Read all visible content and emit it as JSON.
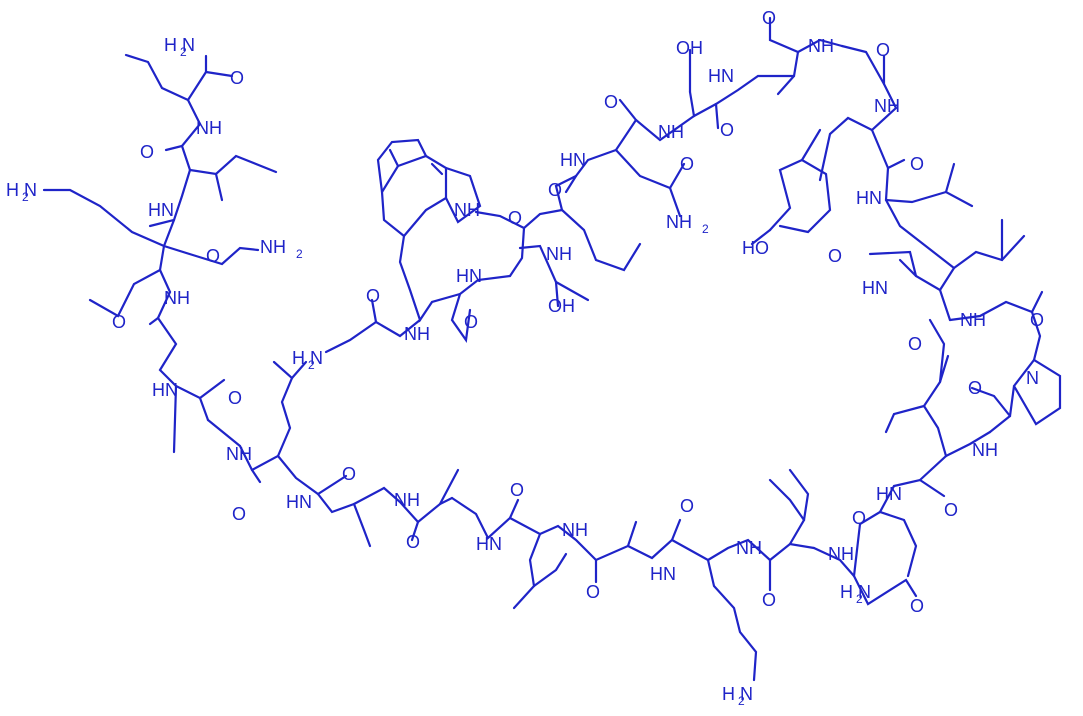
{
  "colors": {
    "structure": "#1f24c8",
    "background": "#ffffff"
  },
  "labels": {
    "h2n_top": "H2N",
    "h2n_left": "H2N",
    "nh2_lys": "NH2",
    "h2n_gly": "H2N",
    "nh2_asn_top": "NH2",
    "h2n_asn_bottom": "H2N",
    "h2n_bottom": "H2N",
    "oh_ser": "OH",
    "oh_thr": "OH",
    "ho_tyr": "HO",
    "nh": "NH",
    "hn": "HN",
    "n": "N",
    "o": "O"
  }
}
